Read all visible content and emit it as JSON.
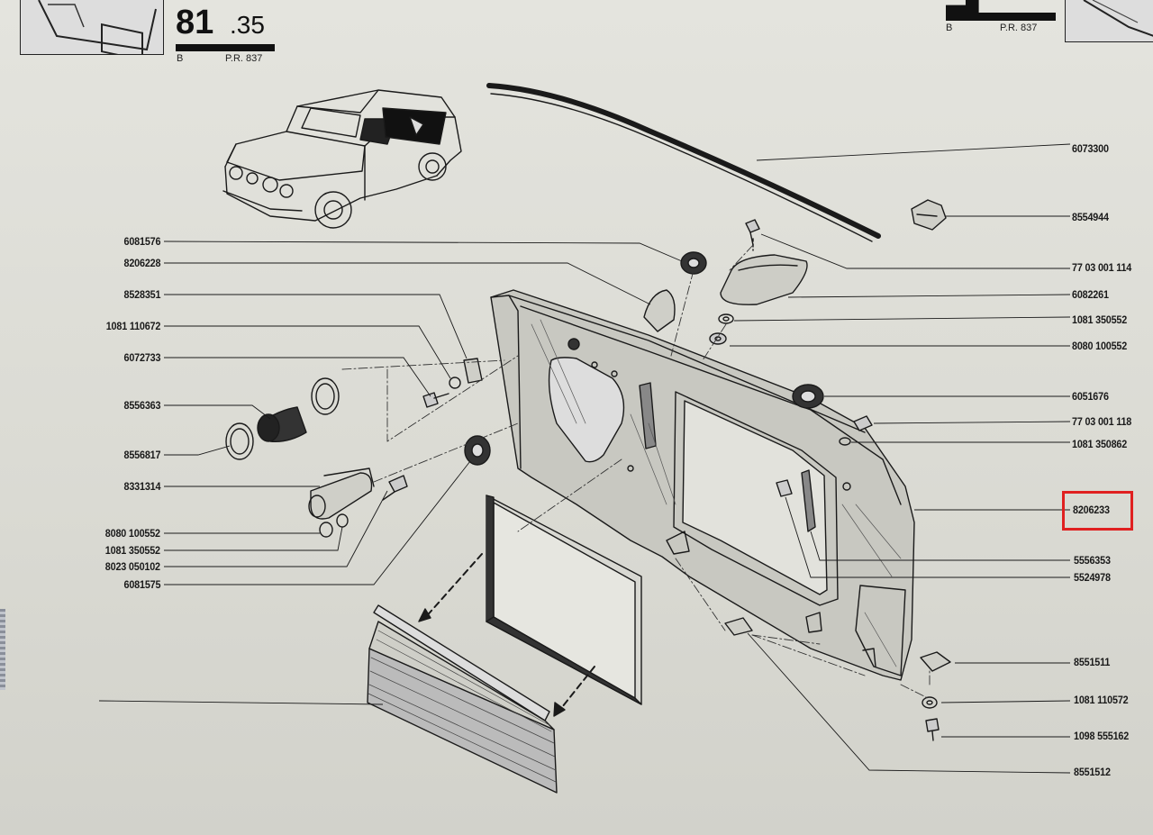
{
  "header": {
    "left_plate_main": "81",
    "left_plate_sub": ".35",
    "left_plate_series": "B",
    "left_plate_ref": "P.R. 837",
    "right_plate_series": "B",
    "right_plate_ref": "P.R. 837"
  },
  "labels_left": [
    "6081576",
    "8206228",
    "8528351",
    "1081 110672",
    "6072733",
    "8556363",
    "8556817",
    "8331314",
    "8080 100552",
    "1081 350552",
    "8023 050102",
    "6081575"
  ],
  "labels_right": [
    "6073300",
    "8554944",
    "77 03 001 114",
    "6082261",
    "1081 350552",
    "8080 100552",
    "6051676",
    "77 03 001 118",
    "1081 350862",
    "8206233",
    "5556353",
    "5524978",
    "8551511",
    "1081 110572",
    "1098 555162",
    "8551512"
  ],
  "highlighted_part": "8206233",
  "colors": {
    "ink": "#1a1a1a",
    "paper": "#e0e0da",
    "highlight": "#e02020"
  }
}
